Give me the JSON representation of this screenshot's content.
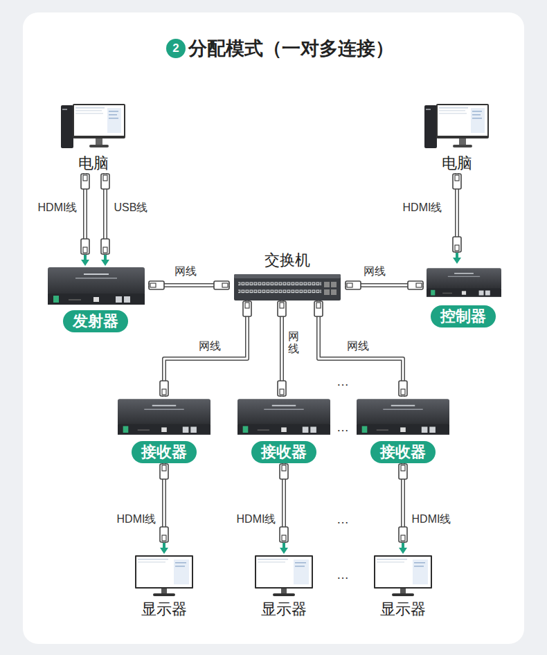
{
  "diagram": {
    "title": "分配模式（一对多连接）",
    "nodes": [
      {
        "text": [
          "电脑"
        ]
      },
      {
        "text": [
          "电脑"
        ]
      },
      {
        "text": [
          "交换机"
        ]
      },
      {
        "text": [
          "发射器"
        ]
      },
      {
        "text": [
          "控制器"
        ]
      },
      {
        "text": [
          "接收器"
        ]
      },
      {
        "text": [
          "接收器"
        ]
      },
      {
        "text": [
          "接收器"
        ]
      },
      {
        "text": [
          "显示器"
        ]
      },
      {
        "text": [
          "显示器"
        ]
      },
      {
        "text": [
          "显示器"
        ]
      }
    ],
    "edges": [
      {
        "from": 0,
        "to": 3,
        "arrow": "to",
        "label": "HDMI线"
      },
      {
        "from": 0,
        "to": 3,
        "arrow": "to",
        "label": "USB线"
      },
      {
        "from": 1,
        "to": 4,
        "arrow": "to",
        "label": "HDMI线"
      },
      {
        "from": 3,
        "to": 2,
        "arrow": "none",
        "label": "网线"
      },
      {
        "from": 2,
        "to": 4,
        "arrow": "none",
        "label": "网线"
      },
      {
        "from": 2,
        "to": 5,
        "arrow": "none",
        "label": "网线"
      },
      {
        "from": 2,
        "to": 6,
        "arrow": "none",
        "label": "网线"
      },
      {
        "from": 2,
        "to": 7,
        "arrow": "none",
        "label": "网线"
      },
      {
        "from": 5,
        "to": 8,
        "arrow": "to",
        "label": "HDMI线"
      },
      {
        "from": 6,
        "to": 9,
        "arrow": "to",
        "label": "HDMI线"
      },
      {
        "from": 7,
        "to": 10,
        "arrow": "to",
        "label": "HDMI线"
      }
    ],
    "labels": [
      "2",
      "…",
      "…",
      "…",
      "…"
    ]
  }
}
